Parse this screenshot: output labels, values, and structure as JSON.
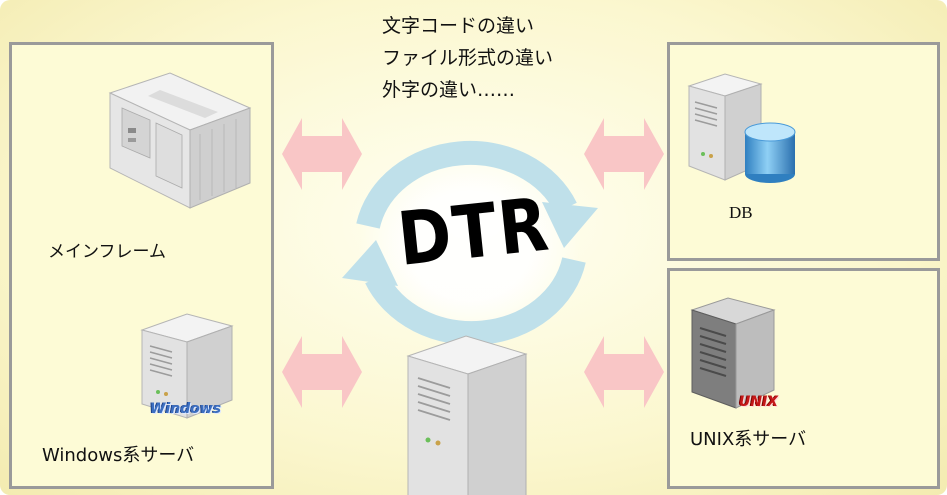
{
  "differences": [
    "文字コードの違い",
    "ファイル形式の違い",
    "外字の違い……"
  ],
  "center": {
    "logo_text": "DTR"
  },
  "left_panel": {
    "mainframe_label": "メインフレーム",
    "windows_label": "Windows系サーバ",
    "windows_badge": "Windows"
  },
  "right_top_panel": {
    "db_label": "DB"
  },
  "right_bottom_panel": {
    "unix_label": "UNIX系サーバ",
    "unix_badge": "UNIX"
  },
  "colors": {
    "panel_border": "#9a9a9a",
    "panel_fill": "#fdfbd6",
    "arrow": "#f9c6c6",
    "cycle_ring": "#bfe0ea"
  }
}
